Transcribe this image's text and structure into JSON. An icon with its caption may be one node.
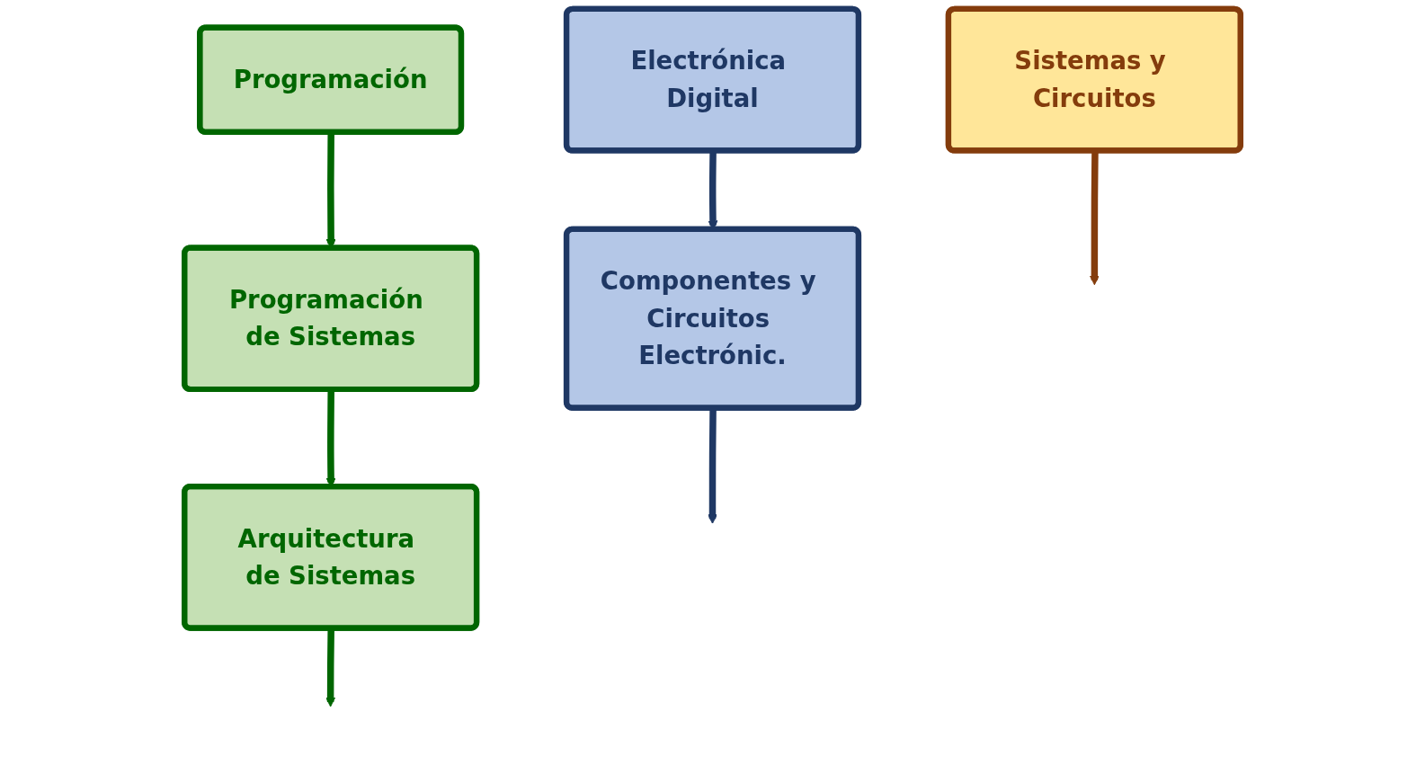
{
  "diagram": {
    "nodes": [
      {
        "text": [
          "Programación"
        ]
      },
      {
        "text": [
          "Programación de Sistemas"
        ]
      },
      {
        "text": [
          "Arquitectura de Sistemas"
        ]
      },
      {
        "text": [
          "Electrónica Digital"
        ]
      },
      {
        "text": [
          "Componentes y Circuitos Electrónic."
        ]
      },
      {
        "text": [
          "Sistemas y Circuitos"
        ]
      }
    ],
    "edges": [
      {
        "from": 0,
        "to": 1,
        "arrow": "to",
        "color": "#006600"
      },
      {
        "from": 1,
        "to": 2,
        "arrow": "to",
        "color": "#006600"
      },
      {
        "from": 2,
        "to": null,
        "arrow": "to",
        "color": "#006600"
      },
      {
        "from": 3,
        "to": 4,
        "arrow": "to",
        "color": "#1f3864"
      },
      {
        "from": 4,
        "to": null,
        "arrow": "to",
        "color": "#1f3864"
      },
      {
        "from": 5,
        "to": null,
        "arrow": "to",
        "color": "#843c0c"
      }
    ]
  }
}
